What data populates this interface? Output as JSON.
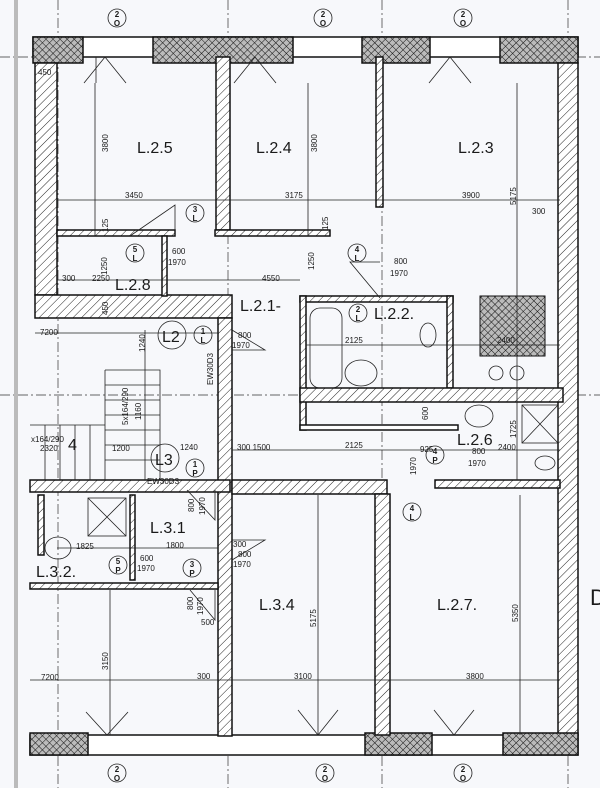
{
  "rooms": [
    "L.2.5",
    "L.2.4",
    "L.2.3",
    "L.2.8",
    "L.2.1-",
    "L.2.2.",
    "L.2.6",
    "L.3.1",
    "L.3.2.",
    "L.3.4",
    "L.2.7."
  ],
  "dimensions": [
    "3800",
    "3450",
    "3175",
    "3800",
    "3900",
    "5175",
    "300",
    "450",
    "1250",
    "300",
    "2250",
    "4550",
    "600",
    "1970",
    "800",
    "1970",
    "7200",
    "1240",
    "2125",
    "2125",
    "2400",
    "1725",
    "2400",
    "300 1500",
    "1240",
    "1825",
    "1800",
    "600",
    "1970",
    "7200",
    "3150",
    "300",
    "3100",
    "5175",
    "3800",
    "5350",
    "800",
    "1970",
    "125",
    "1250",
    "125",
    "450",
    "1160",
    "5x164/290",
    "x164/290",
    "2320",
    "1200",
    "EW30D3",
    "EW30D3",
    "800",
    "1970",
    "300",
    "800",
    "1970",
    "800",
    "1970",
    "500",
    "600",
    "1970",
    "925",
    "800",
    "1970"
  ],
  "markers": [
    {
      "top": "2",
      "bottom": "O"
    },
    {
      "top": "2",
      "bottom": "O"
    },
    {
      "top": "2",
      "bottom": "O"
    },
    {
      "top": "2",
      "bottom": "O"
    },
    {
      "top": "2",
      "bottom": "O"
    },
    {
      "top": "2",
      "bottom": "O"
    },
    {
      "top": "1",
      "bottom": "L"
    },
    {
      "top": "3",
      "bottom": "L"
    },
    {
      "top": "5",
      "bottom": "L"
    },
    {
      "top": "4",
      "bottom": "L"
    },
    {
      "top": "2",
      "bottom": "L"
    },
    {
      "top": "1",
      "bottom": "P"
    },
    {
      "top": "5",
      "bottom": "P"
    },
    {
      "top": "3",
      "bottom": "P"
    },
    {
      "top": "4",
      "bottom": "L"
    },
    {
      "top": "4",
      "bottom": "P"
    }
  ],
  "stair_labels": [
    "L2",
    "L3",
    "4"
  ],
  "edge_label": "D",
  "colors": {
    "wall": "#111111",
    "paper": "#f7f8fb",
    "shadow": "#9a9a9a"
  }
}
